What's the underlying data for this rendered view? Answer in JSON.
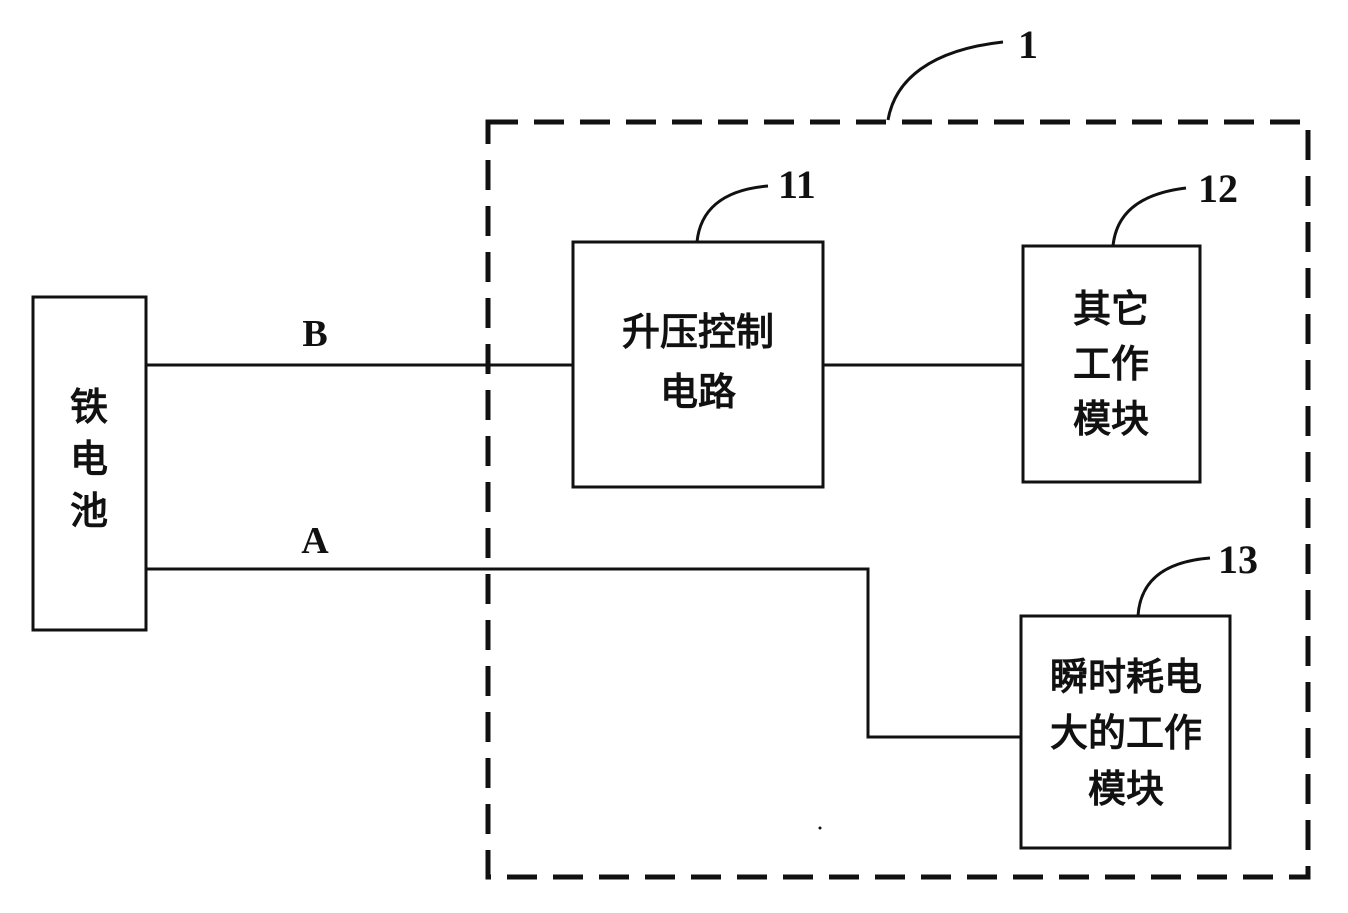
{
  "diagram": {
    "container_ref": "1",
    "battery": {
      "lines": [
        "铁",
        "电",
        "池"
      ]
    },
    "boost_circuit": {
      "ref": "11",
      "lines": [
        "升压控制",
        "电路"
      ]
    },
    "other_modules": {
      "ref": "12",
      "lines": [
        "其它",
        "工作",
        "模块"
      ]
    },
    "high_power_module": {
      "ref": "13",
      "lines": [
        "瞬时耗电",
        "大的工作",
        "模块"
      ]
    },
    "line_b_label": "B",
    "line_a_label": "A"
  }
}
